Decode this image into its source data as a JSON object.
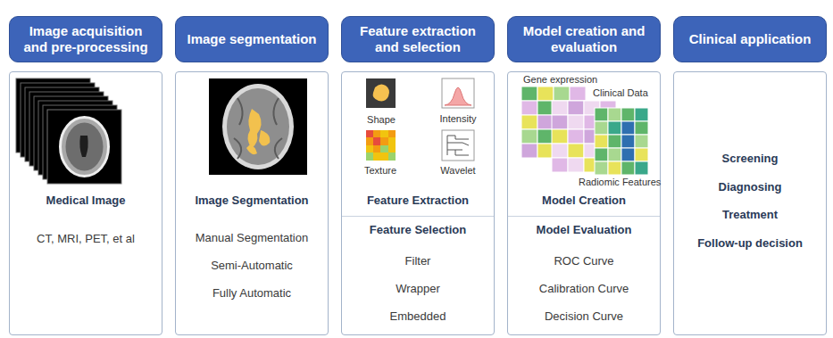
{
  "diagram": {
    "nodes": [
      {
        "text": [
          "Image acquisition and pre-processing"
        ]
      },
      {
        "text": [
          "Medical Image",
          "CT, MRI, PET, et al"
        ]
      },
      {
        "text": [
          "Image segmentation"
        ]
      },
      {
        "text": [
          "Image Segmentation",
          "Manual Segmentation",
          "Semi-Automatic",
          "Fully Automatic"
        ]
      },
      {
        "text": [
          "Feature extraction and selection"
        ]
      },
      {
        "text": [
          "Feature Extraction",
          "Feature Selection",
          "Filter",
          "Wrapper",
          "Embedded"
        ]
      },
      {
        "text": [
          "Model creation and evaluation"
        ]
      },
      {
        "text": [
          "Model Creation",
          "Model Evaluation",
          "ROC Curve",
          "Calibration Curve",
          "Decision Curve"
        ]
      },
      {
        "text": [
          "Clinical application"
        ]
      },
      {
        "text": [
          "Screening",
          "Diagnosing",
          "Treatment",
          "Follow-up decision"
        ]
      }
    ],
    "labels": [
      "Shape",
      "Intensity",
      "Texture",
      "Wavelet",
      "Gene expression",
      "Clinical Data",
      "Radiomic Features"
    ]
  }
}
